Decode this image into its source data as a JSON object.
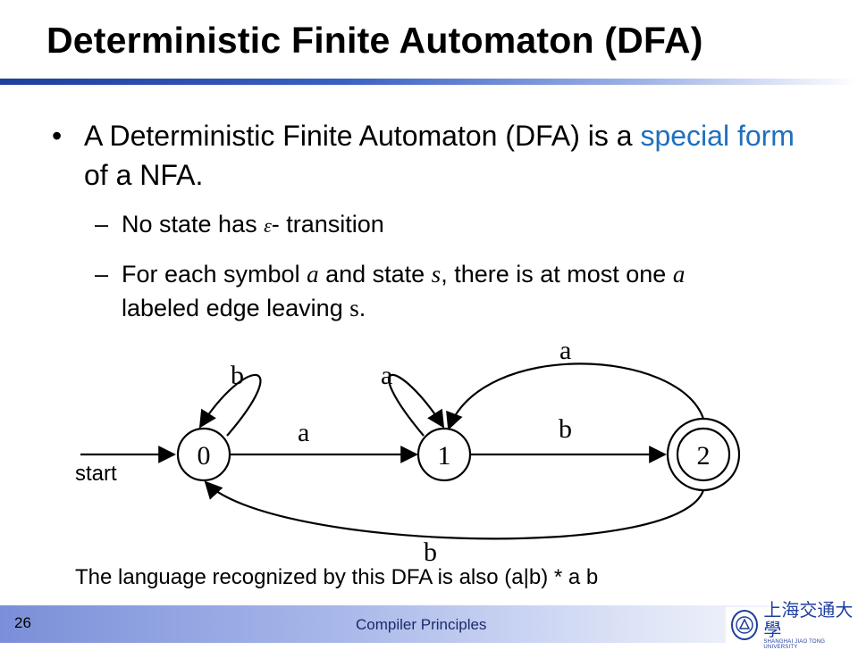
{
  "title": "Deterministic Finite Automaton (DFA)",
  "bullet": {
    "marker": "•",
    "text_before": "A Deterministic Finite Automaton (DFA) is a ",
    "highlight": "special form",
    "text_after": " of a NFA."
  },
  "subs": [
    {
      "dash": "–",
      "p1": "No state has ",
      "epsilon": "ε",
      "p2": "- transition"
    },
    {
      "dash": "–",
      "p1": "For each symbol ",
      "sym_a": "a",
      "p2": " and state ",
      "sym_s": "s",
      "p3": ", there is at most one ",
      "sym_a2": "a",
      "p4": " labeled edge leaving ",
      "sym_s2": "s",
      "p5": "."
    }
  ],
  "diagram": {
    "states": [
      "0",
      "1",
      "2"
    ],
    "accepting": [
      "2"
    ],
    "start_label": "start",
    "edges": [
      {
        "from": "0",
        "to": "0",
        "label": "b"
      },
      {
        "from": "0",
        "to": "1",
        "label": "a"
      },
      {
        "from": "1",
        "to": "1",
        "label": "a"
      },
      {
        "from": "1",
        "to": "2",
        "label": "b"
      },
      {
        "from": "2",
        "to": "1",
        "label": "a"
      },
      {
        "from": "2",
        "to": "0",
        "label": "b"
      }
    ]
  },
  "note": "The language recognized by this DFA is also (a|b) * a b",
  "footer": {
    "page": "26",
    "course": "Compiler Principles",
    "logo_cn": "上海交通大學",
    "logo_en": "SHANGHAI JIAO TONG UNIVERSITY"
  },
  "colors": {
    "accent": "#1f6fbf",
    "rule": "#1f3f9e"
  }
}
